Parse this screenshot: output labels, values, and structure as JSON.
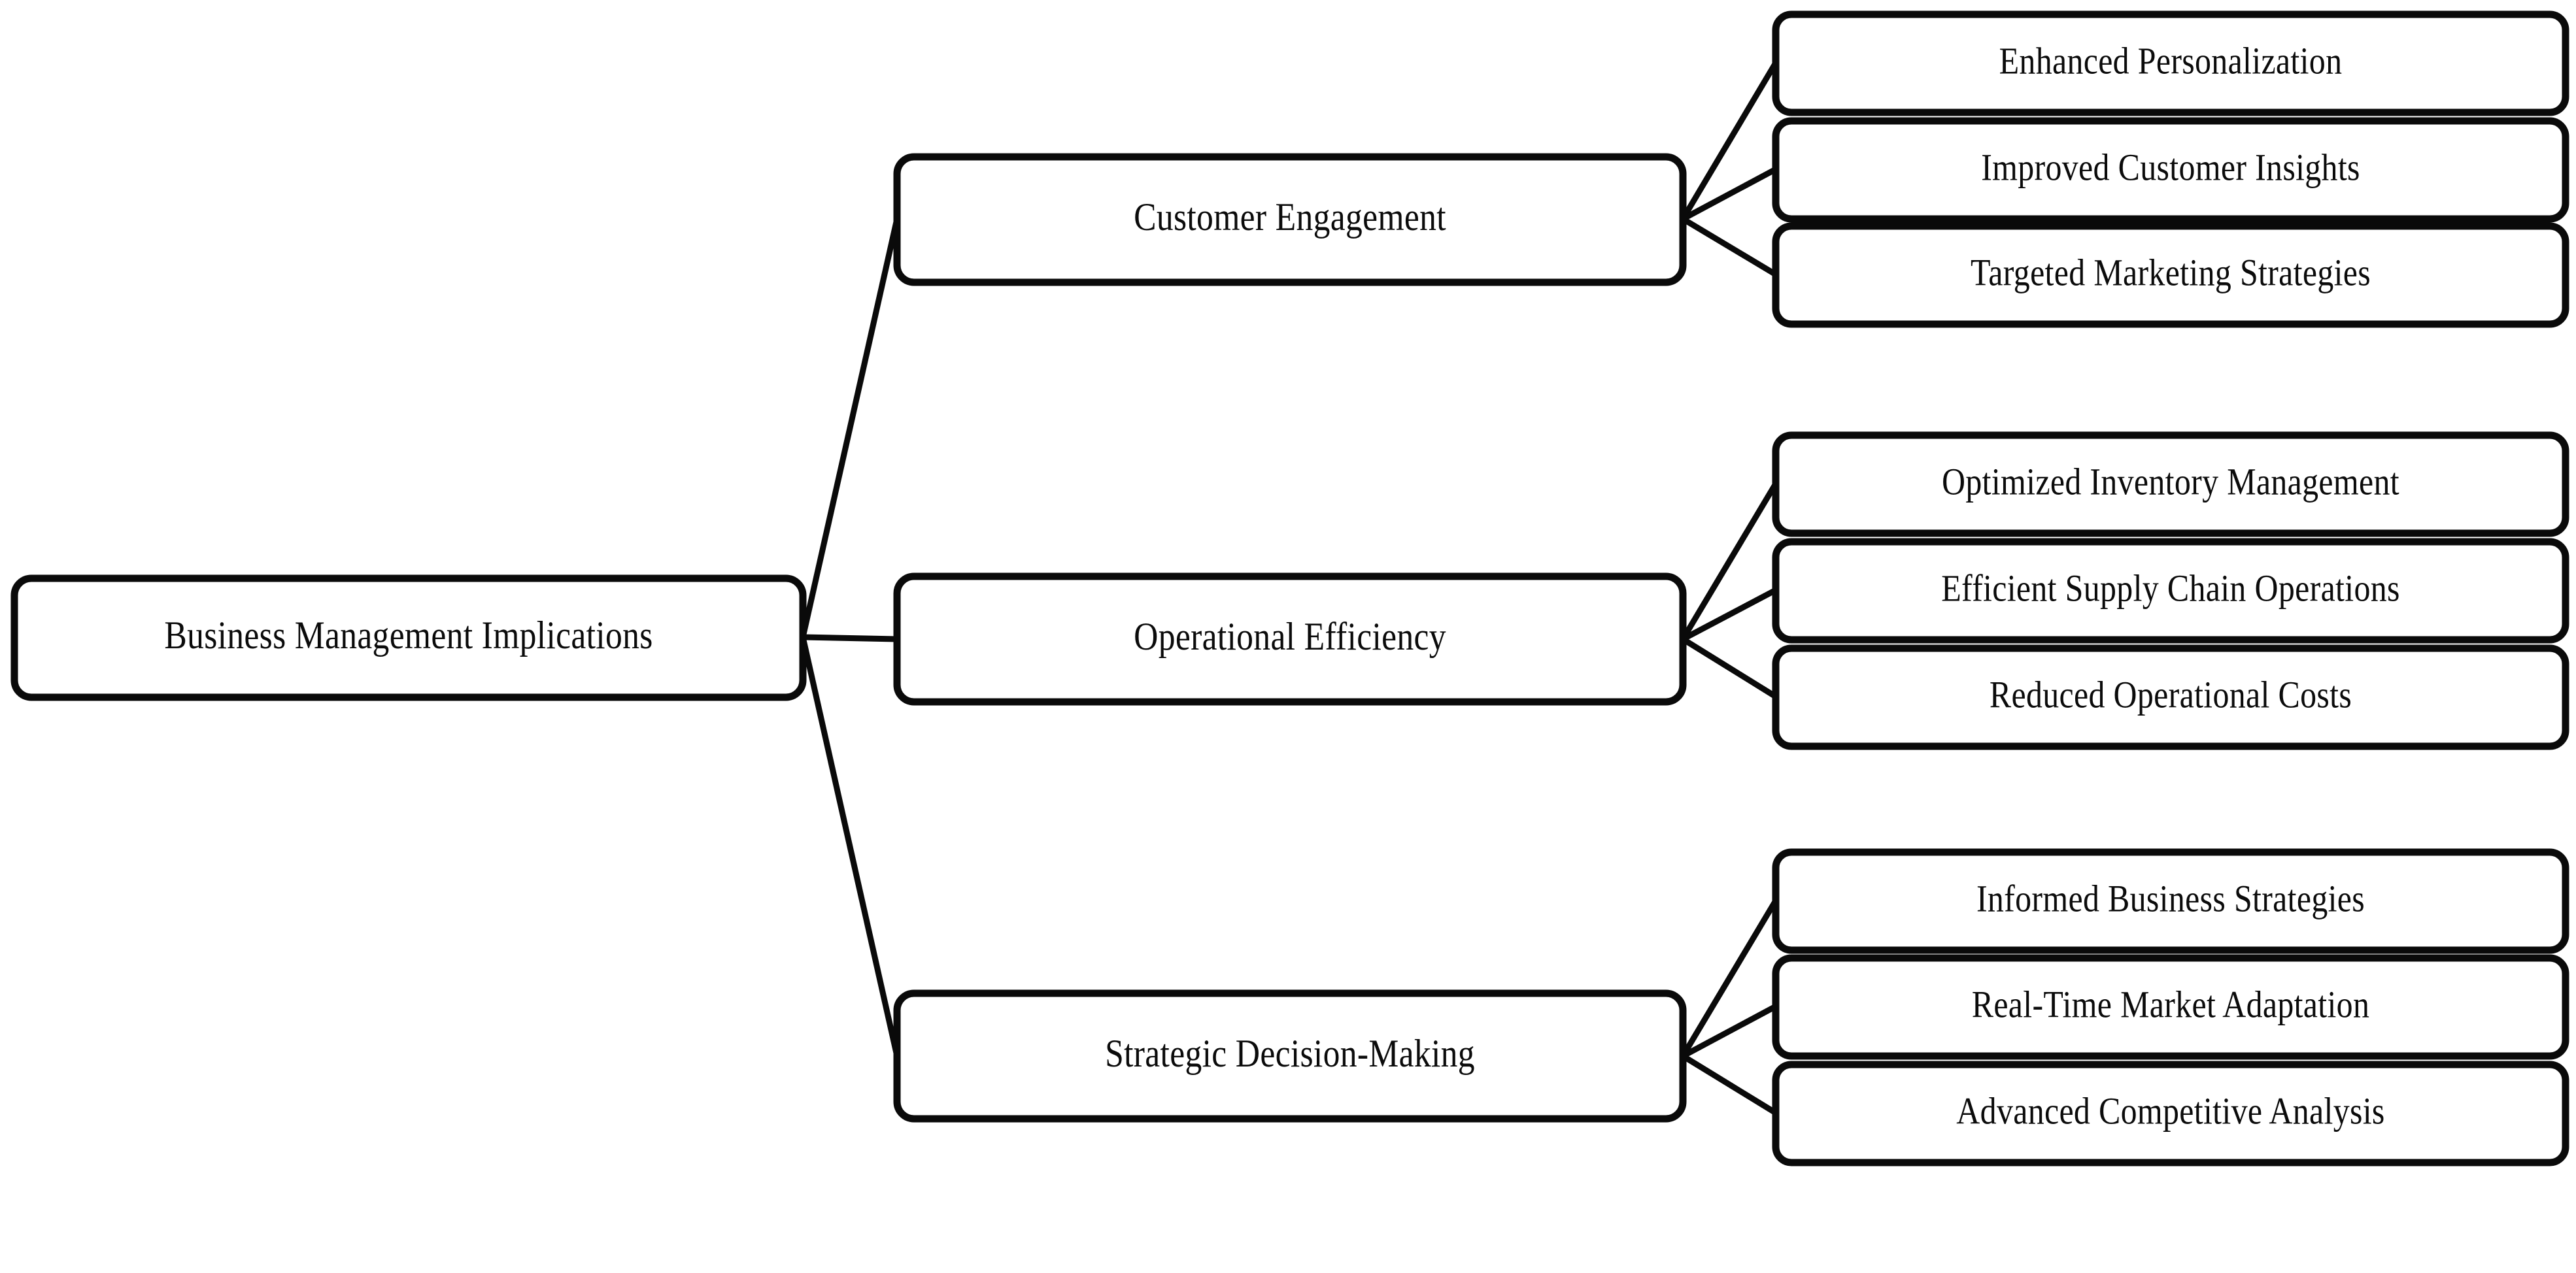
{
  "diagram": {
    "title": "Business Management Implications",
    "type": "hierarchical-mind-map",
    "orientation": "left-to-right",
    "colors": {
      "background": "#ffffff",
      "node_fill": "#ffffff",
      "node_stroke": "#0a0a0a",
      "edge_stroke": "#0a0a0a",
      "text": "#0b0b0b"
    },
    "root": {
      "label": "Business Management Implications"
    },
    "branches": [
      {
        "label": "Customer Engagement",
        "leaves": [
          {
            "label": "Enhanced Personalization"
          },
          {
            "label": "Improved Customer Insights"
          },
          {
            "label": "Targeted Marketing Strategies"
          }
        ]
      },
      {
        "label": "Operational Efficiency",
        "leaves": [
          {
            "label": "Optimized Inventory Management"
          },
          {
            "label": "Efficient Supply Chain Operations"
          },
          {
            "label": "Reduced Operational Costs"
          }
        ]
      },
      {
        "label": "Strategic Decision-Making",
        "leaves": [
          {
            "label": "Informed Business Strategies"
          },
          {
            "label": "Real-Time Market Adaptation"
          },
          {
            "label": "Advanced Competitive Analysis"
          }
        ]
      }
    ]
  }
}
